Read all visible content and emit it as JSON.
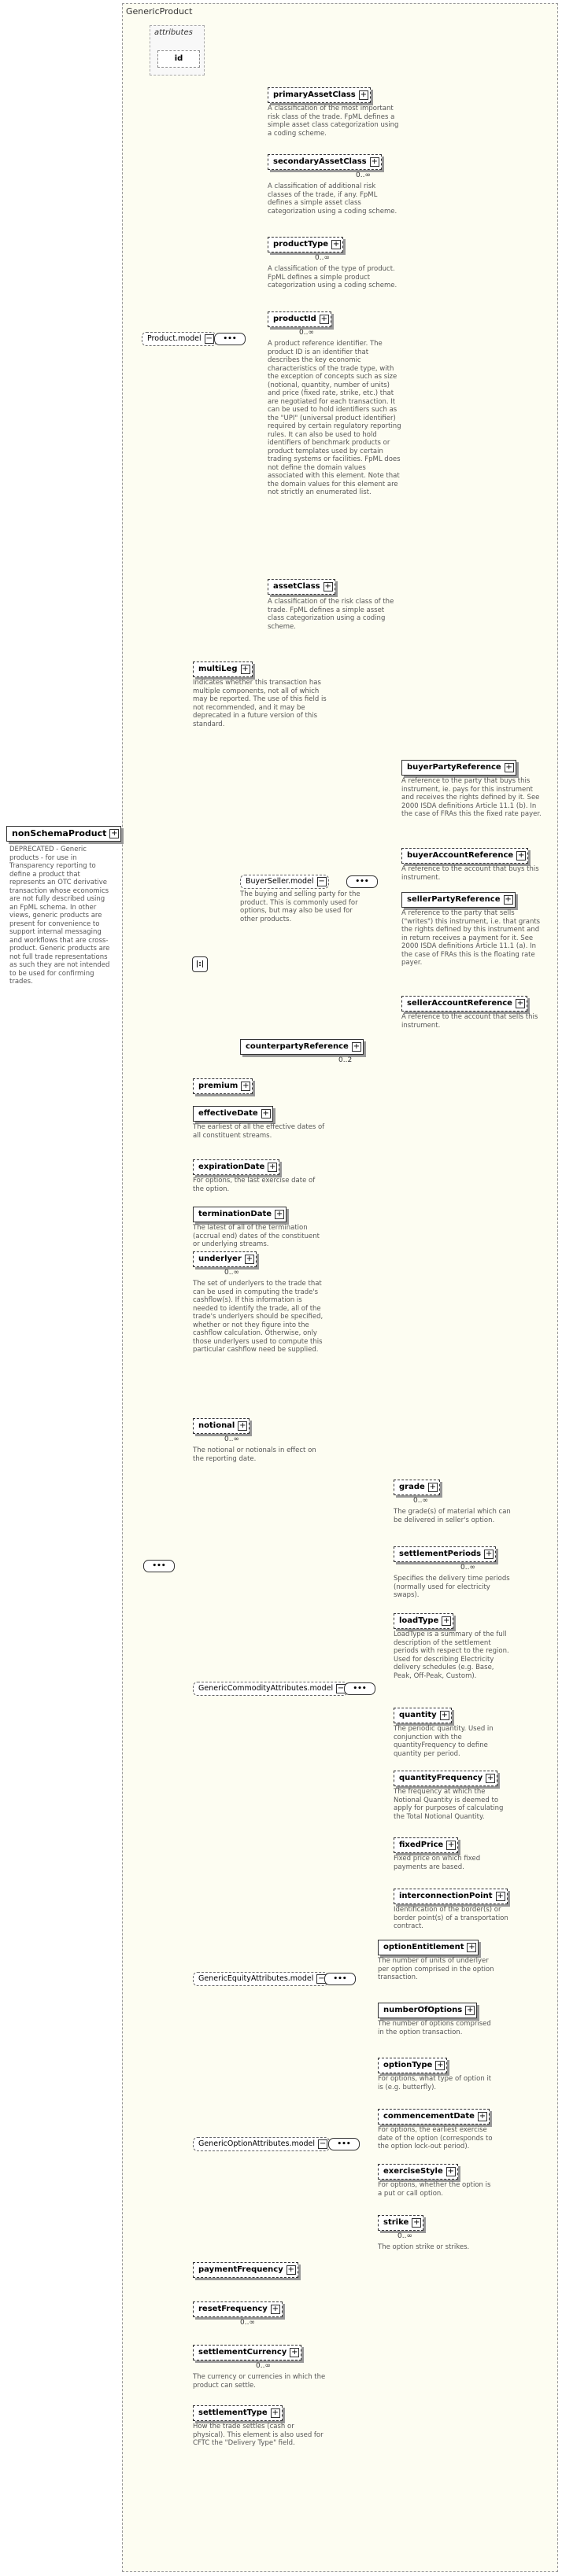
{
  "title": "GenericProduct",
  "attributes": {
    "label": "attributes",
    "id": "id"
  },
  "root": {
    "name": "nonSchemaProduct",
    "description": "DEPRECATED - Generic products - for use in Transparency reporting to define a product that represents an OTC derivative transaction whose economics are not fully described using an FpML schema. In other views, generic products are present for convenience to support internal messaging and workflows that are cross-product. Generic products are not full trade representations as such they are not intended to be used for confirming trades."
  },
  "product_model": {
    "label": "Product.model",
    "items": [
      {
        "name": "primaryAssetClass",
        "desc": "A classification of the most important risk class of the trade. FpML defines a simple asset class categorization using a coding scheme.",
        "card": ""
      },
      {
        "name": "secondaryAssetClass",
        "desc": "A classification of additional risk classes of the trade, if any. FpML defines a simple asset class categorization using a coding scheme.",
        "card": "0..∞"
      },
      {
        "name": "productType",
        "desc": "A classification of the type of product. FpML defines a simple product categorization using a coding scheme.",
        "card": "0..∞"
      },
      {
        "name": "productId",
        "desc": "A product reference identifier. The product ID is an identifier that describes the key economic characteristics of the trade type, with the exception of concepts such as size (notional, quantity, number of units) and price (fixed rate, strike, etc.) that are negotiated for each transaction. It can be used to hold identifiers such as the \"UPI\" (universal product identifier) required by certain regulatory reporting rules. It can also be used to hold identifiers of benchmark products or product templates used by certain trading systems or facilities. FpML does not define the domain values associated with this element. Note that the domain values for this element are not strictly an enumerated list.",
        "card": "0..∞"
      },
      {
        "name": "assetClass",
        "desc": "A classification of the risk class of the trade. FpML defines a simple asset class categorization using a coding scheme.",
        "card": ""
      }
    ]
  },
  "multiLeg": {
    "name": "multiLeg",
    "desc": "Indicates whether this transaction has multiple components, not all of which may be reported. The use of this field is not recommended, and it may be deprecated in a future version of this standard."
  },
  "buyer_seller": {
    "label": "BuyerSeller.model",
    "desc": "The buying and selling party for the product. This is commonly used for options, but may also be used for other products.",
    "items": [
      {
        "name": "buyerPartyReference",
        "desc": "A reference to the party that buys this instrument, ie. pays for this instrument and receives the rights defined by it. See 2000 ISDA definitions Article 11.1 (b). In the case of FRAs this the fixed rate payer."
      },
      {
        "name": "buyerAccountReference",
        "desc": "A reference to the account that buys this instrument."
      },
      {
        "name": "sellerPartyReference",
        "desc": "A reference to the party that sells (\"writes\") this instrument, i.e. that grants the rights defined by this instrument and in return receives a payment for it. See 2000 ISDA definitions Article 11.1 (a). In the case of FRAs this is the floating rate payer."
      },
      {
        "name": "sellerAccountReference",
        "desc": "A reference to the account that sells this instrument."
      }
    ]
  },
  "counterparty": {
    "name": "counterpartyReference",
    "card": "0..2"
  },
  "main_elements": [
    {
      "name": "premium",
      "desc": "",
      "card": ""
    },
    {
      "name": "effectiveDate",
      "desc": "The earliest of all the effective dates of all constituent streams.",
      "card": ""
    },
    {
      "name": "expirationDate",
      "desc": "For options, the last exercise date of the option.",
      "card": ""
    },
    {
      "name": "terminationDate",
      "desc": "The latest of all of the termination (accrual end) dates of the constituent or underlying streams.",
      "card": ""
    },
    {
      "name": "underlyer",
      "desc": "The set of underlyers to the trade that can be used in computing the trade's cashflow(s). If this information is needed to identify the trade, all of the trade's underlyers should be specified, whether or not they figure into the cashflow calculation. Otherwise, only those underlyers used to compute this particular cashflow need be supplied.",
      "card": "0..∞"
    },
    {
      "name": "notional",
      "desc": "The notional or notionals in effect on the reporting date.",
      "card": "0..∞"
    }
  ],
  "commodity": {
    "label": "GenericCommodityAttributes.model",
    "items": [
      {
        "name": "grade",
        "desc": "The grade(s) of material which can be delivered in seller's option.",
        "card": "0..∞"
      },
      {
        "name": "settlementPeriods",
        "desc": "Specifies the delivery time periods (normally used for electricity swaps).",
        "card": "0..∞"
      },
      {
        "name": "loadType",
        "desc": "LoadType is a summary of the full description of the settlement periods with respect to the region. Used for describing Electricity delivery schedules (e.g. Base, Peak, Off-Peak, Custom).",
        "card": ""
      },
      {
        "name": "quantity",
        "desc": "The periodic quantity. Used in conjunction with the quantityFrequency to define quantity per period.",
        "card": ""
      },
      {
        "name": "quantityFrequency",
        "desc": "The frequency at which the Notional Quantity is deemed to apply for purposes of calculating the Total Notional Quantity.",
        "card": ""
      },
      {
        "name": "fixedPrice",
        "desc": "Fixed price on which fixed payments are based.",
        "card": ""
      },
      {
        "name": "interconnectionPoint",
        "desc": "Identification of the border(s) or border point(s) of a transportation contract.",
        "card": ""
      }
    ]
  },
  "equity": {
    "label": "GenericEquityAttributes.model",
    "items": [
      {
        "name": "optionEntitlement",
        "desc": "The number of units of underlyer per option comprised in the option transaction."
      },
      {
        "name": "numberOfOptions",
        "desc": "The number of options comprised in the option transaction."
      }
    ]
  },
  "option_attr": {
    "label": "GenericOptionAttributes.model",
    "items": [
      {
        "name": "optionType",
        "desc": "For options, what type of option it is (e.g. butterfly).",
        "card": ""
      },
      {
        "name": "commencementDate",
        "desc": "For options, the earliest exercise date of the option (corresponds to the option lock-out period).",
        "card": ""
      },
      {
        "name": "exerciseStyle",
        "desc": "For options, whether the option is a put or call option.",
        "card": ""
      },
      {
        "name": "strike",
        "desc": "The option strike or strikes.",
        "card": "0..∞"
      }
    ]
  },
  "tail_elements": [
    {
      "name": "paymentFrequency",
      "desc": "",
      "card": ""
    },
    {
      "name": "resetFrequency",
      "desc": "",
      "card": "0..∞"
    },
    {
      "name": "settlementCurrency",
      "desc": "The currency or currencies in which the product can settle.",
      "card": "0..∞"
    },
    {
      "name": "settlementType",
      "desc": "How the trade settles (cash or physical). This element is also used for CFTC the \"Delivery Type\" field.",
      "card": ""
    }
  ],
  "seq_label": "•••",
  "choice_label": "|:|"
}
